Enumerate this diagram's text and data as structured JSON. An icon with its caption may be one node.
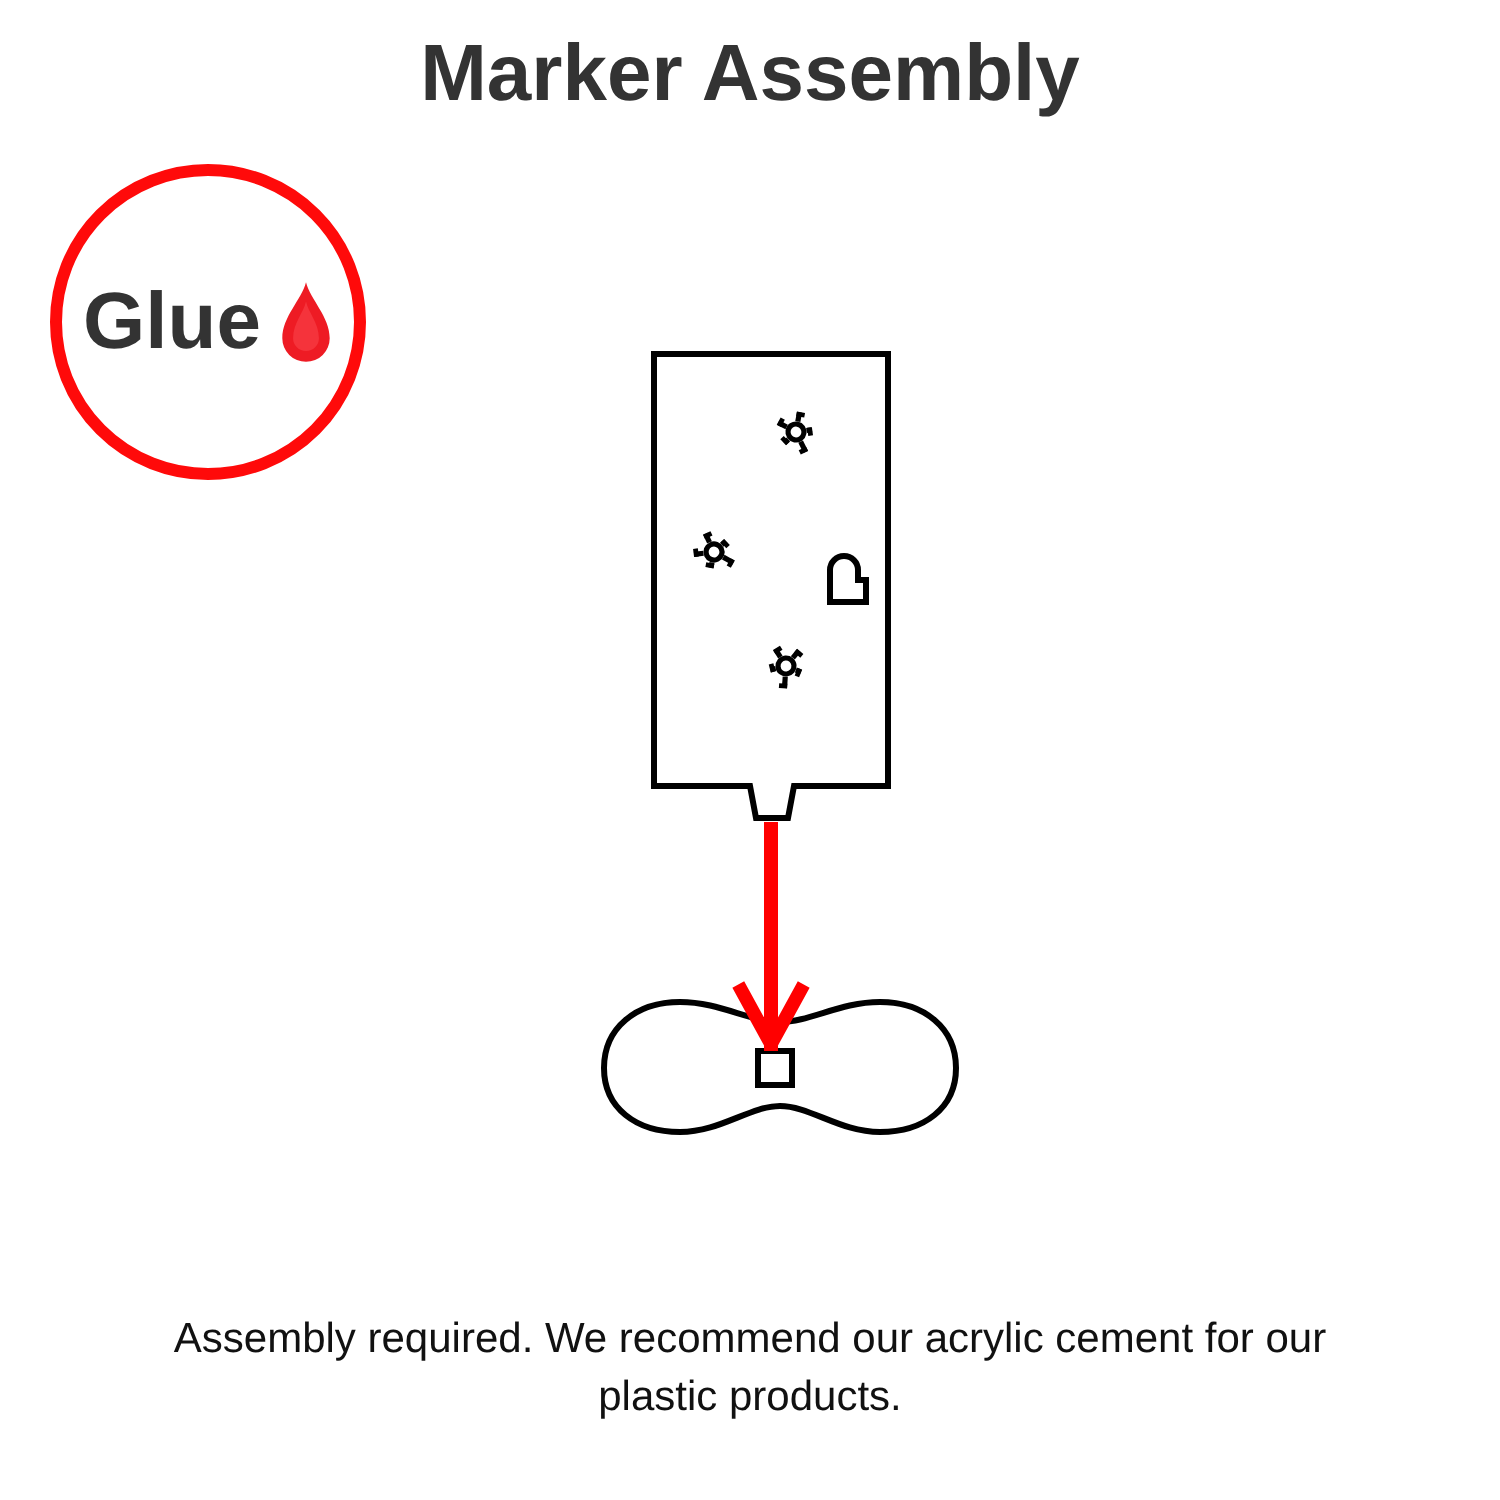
{
  "diagram": {
    "title": "Marker Assembly",
    "caption": "Assembly required. We recommend our acrylic cement for our plastic products.",
    "nodes": [
      {
        "text": [
          "Glue"
        ]
      },
      {
        "text": [],
        "shape": "box"
      },
      {
        "text": [],
        "shape": "picture"
      },
      {
        "text": [],
        "shape": "box",
        "in": 2
      }
    ],
    "edges": [
      {
        "from": 1,
        "to": 3,
        "arrow": "to",
        "color": "#ff0000"
      }
    ]
  }
}
